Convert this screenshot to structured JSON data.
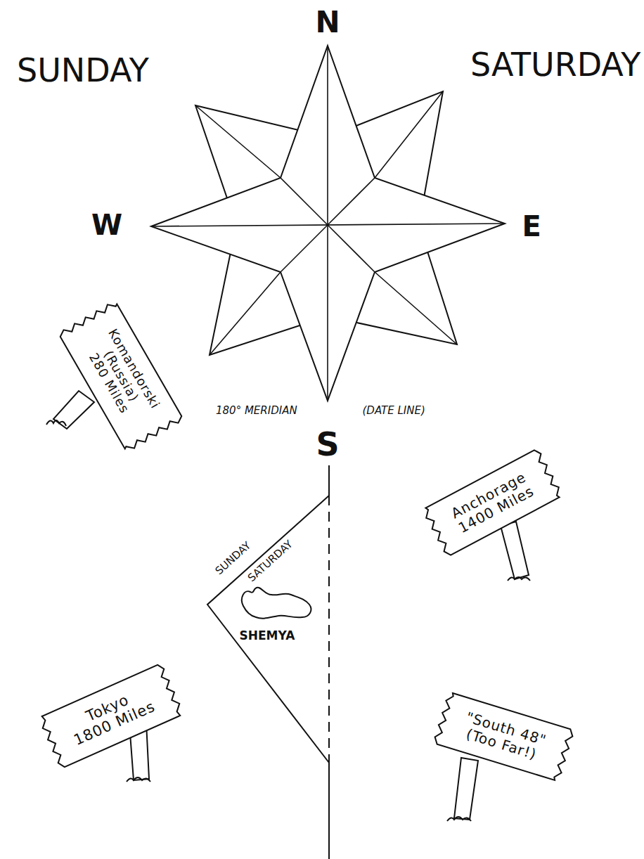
{
  "diagram": {
    "nodes": [
      {
        "text": [
          "Komandorski",
          "(Russia)",
          "280 Miles"
        ]
      },
      {
        "text": [
          "Anchorage",
          "1400 Miles"
        ]
      },
      {
        "text": [
          "Tokyo",
          "1800 Miles"
        ]
      },
      {
        "text": [
          "\"South 48\"",
          "(Too Far!)"
        ]
      }
    ],
    "labels": [
      "SUNDAY",
      "SATURDAY",
      "N",
      "W",
      "E",
      "180° MERIDIAN",
      "S",
      "(DATE LINE)",
      "SUNDAY",
      "SATURDAY",
      "SHEMYA"
    ]
  }
}
